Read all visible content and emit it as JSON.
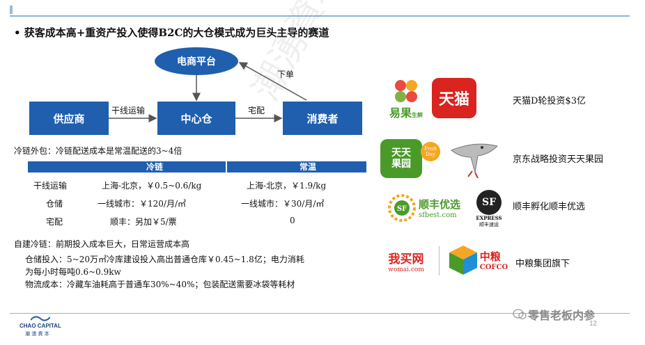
{
  "headline": "• 获客成本高+重资产投入使得B2C的大仓模式成为巨头主导的赛道",
  "diagram": {
    "platform": "电商平台",
    "supplier": "供应商",
    "warehouse": "中心仓",
    "consumer": "消费者",
    "trunk_label": "干线运输",
    "delivery_label": "宅配",
    "order_label": "下单"
  },
  "cold_chain": {
    "intro": "冷链外包：冷链配送成本是常温配送的3~4倍",
    "col_cold": "冷链",
    "col_normal": "常温",
    "rows": [
      {
        "label": "干线运输",
        "cold": "上海-北京，￥0.5~0.6/kg",
        "normal": "上海-北京，￥1.9/kg"
      },
      {
        "label": "仓储",
        "cold": "一线城市：￥120/月/㎡",
        "normal": "一线城市：￥30/月/㎡"
      },
      {
        "label": "宅配",
        "cold": "顺丰：另加￥5/票",
        "normal": "0"
      }
    ]
  },
  "self_build": {
    "intro": "自建冷链：前期投入成本巨大，日常运营成本高",
    "line1": "仓储投入：5~20万㎡冷库建设投入高出普通仓库￥0.45~1.8亿；电力消耗",
    "line2": "为每小时每吨0.6~0.9kw",
    "line3": "物流成本：冷藏车油耗高于普通车30%~40%；包装配送需要冰袋等耗材"
  },
  "logos": {
    "yiguo": "易果",
    "yiguo_small": "生鲜",
    "tmall": "天猫",
    "tiantian_1": "天天",
    "tiantian_2": "果园",
    "tiantian_fruit": "Fruit Day",
    "sfbest_cn": "顺丰优选",
    "sfbest_en": "sfbest.com",
    "sf": "SF",
    "sf_express": "EXPRESS",
    "sf_cn": "顺丰速运",
    "womai": "我买网",
    "womai_en": "womai.com",
    "cofco_cn": "中粮",
    "cofco_en": "COFCO"
  },
  "right_text": {
    "tmall": "天猫D轮投资$3亿",
    "jd": "京东战略投资天天果园",
    "sf": "顺丰孵化顺丰优选",
    "cofco": "中粮集团旗下"
  },
  "footer": {
    "company_en": "CHAO CAPITAL",
    "company_cn": "潮 湧 資 本",
    "wechat": "零售老板内参",
    "page": "12"
  },
  "colors": {
    "accent": "#1f5fae",
    "line": "#8fb3cf"
  }
}
